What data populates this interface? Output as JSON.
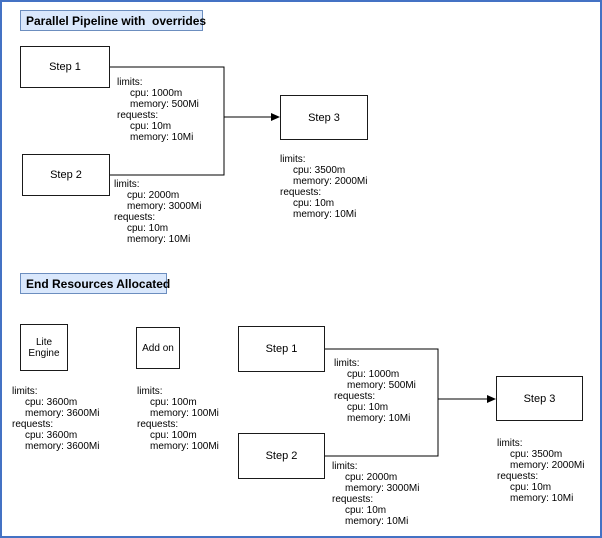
{
  "frame": {
    "border_color": "#4472c4",
    "title_fill": "#dae8fc",
    "title_stroke": "#6c8ebf"
  },
  "sections": {
    "pipeline": {
      "title": "Parallel Pipeline with  overrides",
      "nodes": {
        "step1": "Step 1",
        "step2": "Step 2",
        "step3": "Step 3"
      },
      "resources": {
        "step1": {
          "lines": [
            "limits:",
            "cpu: 1000m",
            "memory: 500Mi",
            "requests:",
            "cpu: 10m",
            "memory: 10Mi"
          ]
        },
        "step2": {
          "lines": [
            "limits:",
            "cpu: 2000m",
            "memory: 3000Mi",
            "requests:",
            "cpu: 10m",
            "memory: 10Mi"
          ]
        },
        "step3": {
          "lines": [
            "limits:",
            "cpu: 3500m",
            "memory: 2000Mi",
            "requests:",
            "cpu: 10m",
            "memory: 10Mi"
          ]
        }
      }
    },
    "end_resources": {
      "title": "End Resources Allocated",
      "nodes": {
        "lite_engine": "Lite Engine",
        "add_on": "Add on",
        "step1": "Step 1",
        "step2": "Step 2",
        "step3": "Step 3"
      },
      "resources": {
        "lite_engine": {
          "lines": [
            "limits:",
            "cpu: 3600m",
            "memory: 3600Mi",
            "requests:",
            "cpu: 3600m",
            "memory: 3600Mi"
          ]
        },
        "add_on": {
          "lines": [
            "limits:",
            "cpu: 100m",
            "memory: 100Mi",
            "requests:",
            "cpu: 100m",
            "memory: 100Mi"
          ]
        },
        "step1": {
          "lines": [
            "limits:",
            "cpu: 1000m",
            "memory: 500Mi",
            "requests:",
            "cpu: 10m",
            "memory: 10Mi"
          ]
        },
        "step2": {
          "lines": [
            "limits:",
            "cpu: 2000m",
            "memory: 3000Mi",
            "requests:",
            "cpu: 10m",
            "memory: 10Mi"
          ]
        },
        "step3": {
          "lines": [
            "limits:",
            "cpu: 3500m",
            "memory: 2000Mi",
            "requests:",
            "cpu: 10m",
            "memory: 10Mi"
          ]
        }
      }
    }
  }
}
